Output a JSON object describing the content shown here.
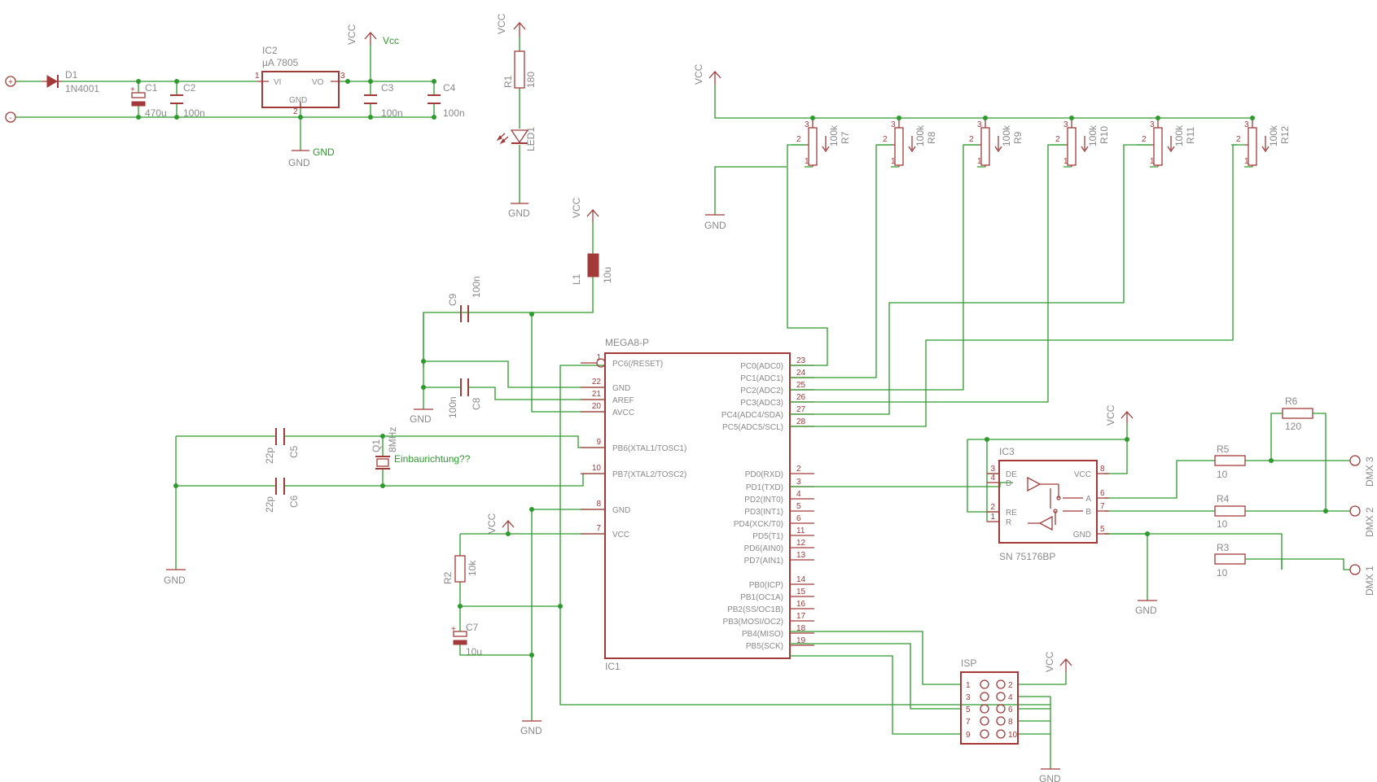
{
  "power": {
    "vcc": "VCC",
    "gnd": "GND",
    "vcc_net": "Vcc",
    "gnd_net": "GND"
  },
  "parts": {
    "D1": {
      "name": "D1",
      "value": "1N4001"
    },
    "C1": {
      "name": "C1",
      "value": "470u"
    },
    "C2": {
      "name": "C2",
      "value": "100n"
    },
    "IC2": {
      "name": "IC2",
      "value": "µA 7805",
      "pin_vi": "VI",
      "pin_vo": "VO",
      "pin_gnd": "GND",
      "p1": "1",
      "p2": "2",
      "p3": "3"
    },
    "C3": {
      "name": "C3",
      "value": "100n"
    },
    "C4": {
      "name": "C4",
      "value": "100n"
    },
    "R1": {
      "name": "R1",
      "value": "180"
    },
    "LED1": {
      "name": "LED1"
    },
    "L1": {
      "name": "L1",
      "value": "10u"
    },
    "C9": {
      "name": "C9",
      "value": "100n"
    },
    "C8": {
      "name": "C8",
      "value": "100n"
    },
    "C5": {
      "name": "C5",
      "value": "22p"
    },
    "C6": {
      "name": "C6",
      "value": "22p"
    },
    "Q1": {
      "name": "Q1",
      "value": "8MHz",
      "note": "Einbaurichtung??"
    },
    "R2": {
      "name": "R2",
      "value": "10k"
    },
    "C7": {
      "name": "C7",
      "value": "10u"
    },
    "R3": {
      "name": "R3",
      "value": "10"
    },
    "R4": {
      "name": "R4",
      "value": "10"
    },
    "R5": {
      "name": "R5",
      "value": "10"
    },
    "R6": {
      "name": "R6",
      "value": "120"
    },
    "ISP": {
      "name": "ISP"
    }
  },
  "pots": [
    {
      "name": "R7",
      "value": "100k"
    },
    {
      "name": "R8",
      "value": "100k"
    },
    {
      "name": "R9",
      "value": "100k"
    },
    {
      "name": "R10",
      "value": "100k"
    },
    {
      "name": "R11",
      "value": "100k"
    },
    {
      "name": "R12",
      "value": "100k"
    }
  ],
  "pot_pins": {
    "p1": "1",
    "p2": "2",
    "p3": "3"
  },
  "ic1": {
    "name": "IC1",
    "value": "MEGA8-P",
    "left_pins": [
      {
        "label": "PC6(/RESET)",
        "num": "1"
      },
      {
        "label": "GND",
        "num": "22"
      },
      {
        "label": "AREF",
        "num": "21"
      },
      {
        "label": "AVCC",
        "num": "20"
      },
      {
        "label": "PB6(XTAL1/TOSC1)",
        "num": "9"
      },
      {
        "label": "PB7(XTAL2/TOSC2)",
        "num": "10"
      },
      {
        "label": "GND",
        "num": "8"
      },
      {
        "label": "VCC",
        "num": "7"
      }
    ],
    "right_pins": [
      {
        "label": "PC0(ADC0)",
        "num": "23"
      },
      {
        "label": "PC1(ADC1)",
        "num": "24"
      },
      {
        "label": "PC2(ADC2)",
        "num": "25"
      },
      {
        "label": "PC3(ADC3)",
        "num": "26"
      },
      {
        "label": "PC4(ADC4/SDA)",
        "num": "27"
      },
      {
        "label": "PC5(ADC5/SCL)",
        "num": "28"
      },
      {
        "label": "PD0(RXD)",
        "num": "2"
      },
      {
        "label": "PD1(TXD)",
        "num": "3"
      },
      {
        "label": "PD2(INT0)",
        "num": "4"
      },
      {
        "label": "PD3(INT1)",
        "num": "5"
      },
      {
        "label": "PD4(XCK/T0)",
        "num": "6"
      },
      {
        "label": "PD5(T1)",
        "num": "11"
      },
      {
        "label": "PD6(AIN0)",
        "num": "12"
      },
      {
        "label": "PD7(AIN1)",
        "num": "13"
      },
      {
        "label": "PB0(ICP)",
        "num": "14"
      },
      {
        "label": "PB1(OC1A)",
        "num": "15"
      },
      {
        "label": "PB2(SS/OC1B)",
        "num": "16"
      },
      {
        "label": "PB3(MOSI/OC2)",
        "num": "17"
      },
      {
        "label": "PB4(MISO)",
        "num": "18"
      },
      {
        "label": "PB5(SCK)",
        "num": "19"
      }
    ]
  },
  "ic3": {
    "name": "IC3",
    "value": "SN 75176BP",
    "left": [
      {
        "label": "DE",
        "num": "3"
      },
      {
        "label": "D",
        "num": "4"
      },
      {
        "label": "RE",
        "num": "2"
      },
      {
        "label": "R",
        "num": "1"
      }
    ],
    "right": [
      {
        "label": "VCC",
        "num": "8"
      },
      {
        "label": "A",
        "num": "6"
      },
      {
        "label": "B",
        "num": "7"
      },
      {
        "label": "GND",
        "num": "5"
      }
    ]
  },
  "isp_pins": {
    "left": [
      "1",
      "3",
      "5",
      "7",
      "9"
    ],
    "right": [
      "2",
      "4",
      "6",
      "8",
      "10"
    ]
  },
  "dmx": [
    "DMX 3",
    "DMX 2",
    "DMX 1"
  ],
  "terminals": {
    "plus": "+",
    "minus": "-"
  }
}
